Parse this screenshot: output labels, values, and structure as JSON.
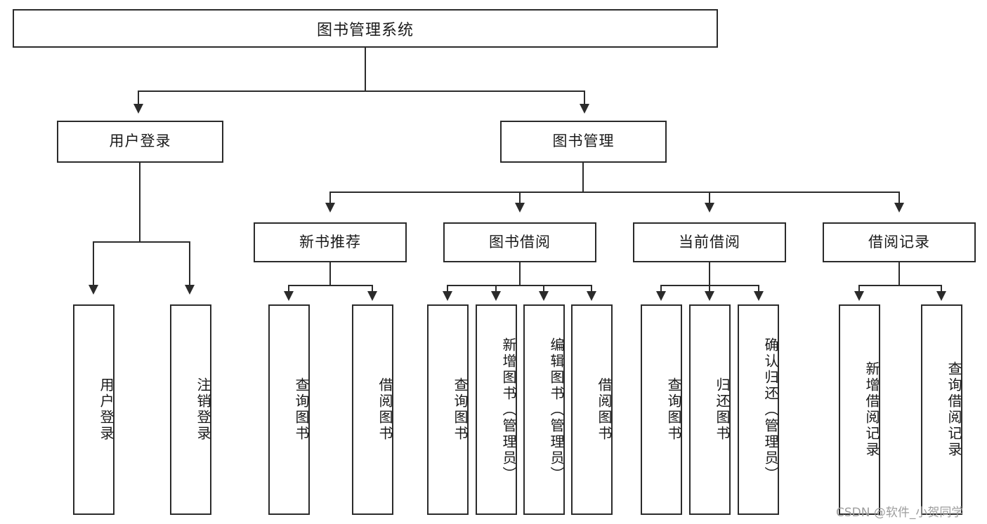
{
  "diagram": {
    "title": "图书管理系统",
    "type": "功能结构图",
    "watermark": "CSDN @软件_小贺同学",
    "root": {
      "label": "图书管理系统"
    },
    "level2": [
      {
        "label": "用户登录"
      },
      {
        "label": "图书管理"
      }
    ],
    "level3": [
      {
        "label": "新书推荐"
      },
      {
        "label": "图书借阅"
      },
      {
        "label": "当前借阅"
      },
      {
        "label": "借阅记录"
      }
    ],
    "leaves": {
      "user_login": [
        {
          "label": "用户登录"
        },
        {
          "label": "注销登录"
        }
      ],
      "new_book": [
        {
          "label": "查询图书"
        },
        {
          "label": "借阅图书"
        }
      ],
      "borrow_book": [
        {
          "label": "查询图书"
        },
        {
          "label": "新增图书（管理员）"
        },
        {
          "label": "编辑图书（管理员）"
        },
        {
          "label": "借阅图书"
        }
      ],
      "current_borrow": [
        {
          "label": "查询图书"
        },
        {
          "label": "归还图书"
        },
        {
          "label": "确认归还（管理员）"
        }
      ],
      "borrow_record": [
        {
          "label": "新增借阅记录"
        },
        {
          "label": "查询借阅记录"
        }
      ]
    },
    "colors": {
      "stroke": "#2b2b2b",
      "background": "#ffffff",
      "text": "#1a1a1a",
      "watermark": "#9d9d9d"
    }
  }
}
